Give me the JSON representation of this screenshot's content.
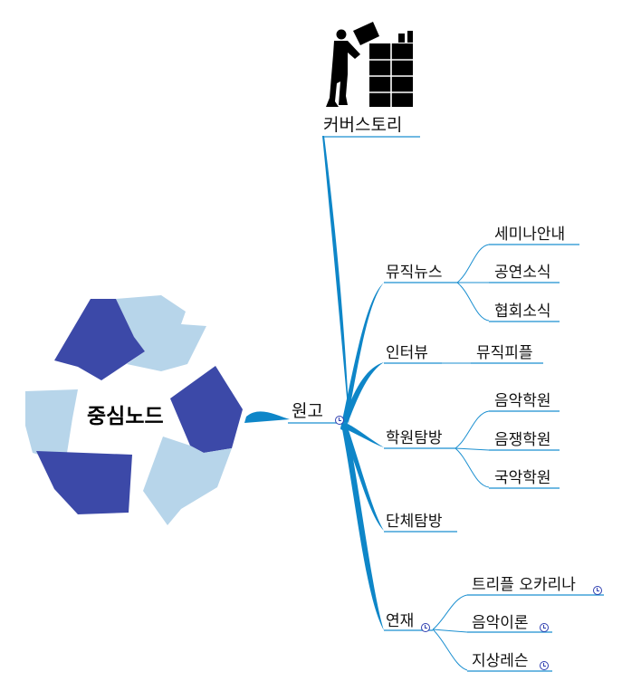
{
  "diagram": {
    "center_node": "중심노드",
    "main_branch": "원고",
    "top_node": "커버스토리",
    "branches": [
      {
        "label": "뮤직뉴스",
        "children": [
          "세미나안내",
          "공연소식",
          "협회소식"
        ]
      },
      {
        "label": "인터뷰",
        "children": [
          "뮤직피플"
        ]
      },
      {
        "label": "학원탐방",
        "children": [
          "음악학원",
          "음쟁학원",
          "국악학원"
        ]
      },
      {
        "label": "단체탐방",
        "children": []
      },
      {
        "label": "연재",
        "children": [
          "트리플 오카리나",
          "음악이론",
          "지상레슨"
        ]
      }
    ]
  },
  "icons": {
    "top_node_image": "worker-stacking-boxes-icon",
    "center_image": "recycle-arrows-icon",
    "task_marker": "clock-icon"
  },
  "colors": {
    "branch_blue": "#0e86c8",
    "recycle_dark": "#3c49a8",
    "recycle_light": "#b7d5ea",
    "underline": "#1b8fd0",
    "marker": "#2f3fb0"
  }
}
